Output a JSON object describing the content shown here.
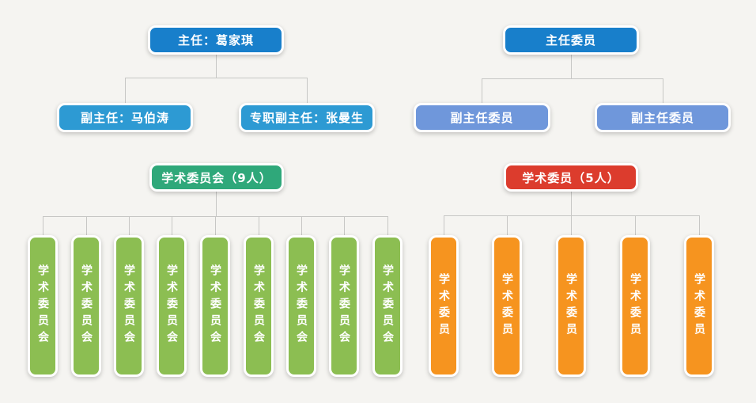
{
  "colors": {
    "background": "#f5f4f1",
    "primary_blue": "#187fcb",
    "light_blue": "#2d9ad3",
    "periwinkle_blue": "#6f97db",
    "teal_green": "#2fa87a",
    "red": "#dc3c2d",
    "leaf_green": "#8cbe52",
    "orange": "#f6941f",
    "connector_gray": "#c7c7c5",
    "node_text": "#ffffff"
  },
  "left_leadership": {
    "root": {
      "label": "主任：葛家琪"
    },
    "children": [
      {
        "label": "副主任：马伯涛"
      },
      {
        "label": "专职副主任：张曼生"
      }
    ]
  },
  "right_leadership": {
    "root": {
      "label": "主任委员"
    },
    "children": [
      {
        "label": "副主任委员"
      },
      {
        "label": "副主任委员"
      }
    ]
  },
  "left_committee": {
    "header": {
      "label": "学术委员会（9人）"
    },
    "members": [
      "学术委员会",
      "学术委员会",
      "学术委员会",
      "学术委员会",
      "学术委员会",
      "学术委员会",
      "学术委员会",
      "学术委员会",
      "学术委员会"
    ]
  },
  "right_committee": {
    "header": {
      "label": "学术委员（5人）"
    },
    "members": [
      "学术委员",
      "学术委员",
      "学术委员",
      "学术委员",
      "学术委员"
    ]
  }
}
